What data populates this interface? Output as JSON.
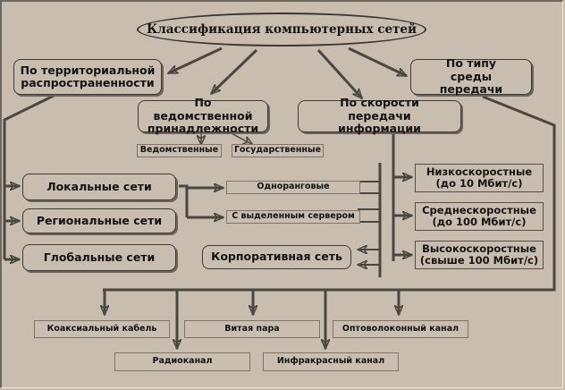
{
  "title": "Классификация компьютерных сетей",
  "criteria": {
    "territorial": "По территориальной распространенности",
    "departmental": "По ведомственной принадлежности",
    "speed": "По скорости передачи информации",
    "medium": "По типу среды передачи"
  },
  "departmental_types": [
    "Ведомственные",
    "Государственные"
  ],
  "territorial_types": [
    "Локальные сети",
    "Региональные сети",
    "Глобальные сети"
  ],
  "local_types": [
    "Одноранговые",
    "С выделенным сервером"
  ],
  "corporate": "Корпоративная сеть",
  "speed_types": [
    {
      "name": "Низкоскоростные",
      "range": "(до 10 Мбит/с)"
    },
    {
      "name": "Среднескоростные",
      "range": "(до 100 Мбит/с)"
    },
    {
      "name": "Высокоскоростные",
      "range": "(свыше 100 Мбит/с)"
    }
  ],
  "media_types": [
    "Коаксиальный кабель",
    "Витая пара",
    "Оптоволоконный канал",
    "Радиоканал",
    "Инфракрасный канал"
  ]
}
